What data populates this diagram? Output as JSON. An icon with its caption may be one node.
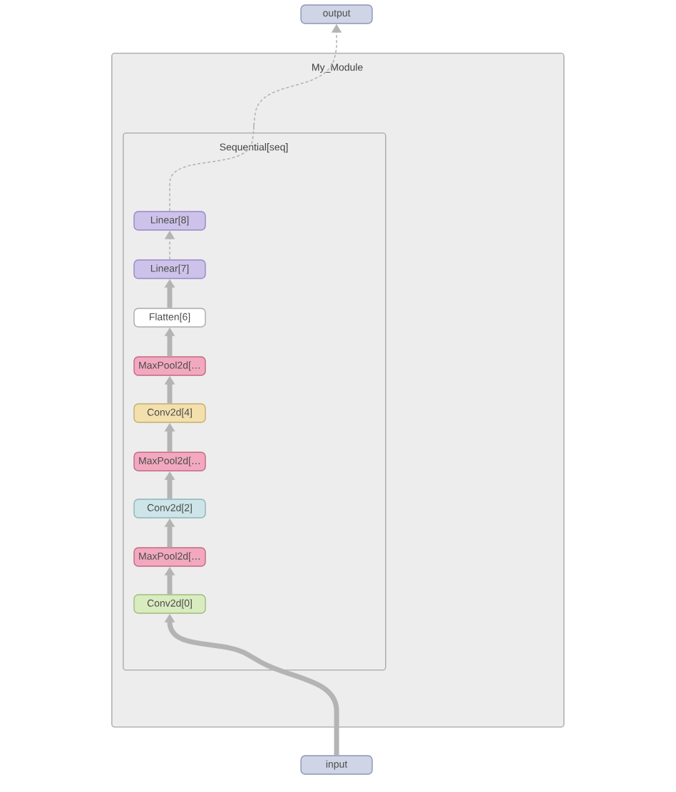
{
  "diagram": {
    "nodes": [
      {
        "text": [
          "output"
        ]
      },
      {
        "text": [
          "My_Module"
        ]
      },
      {
        "text": [
          "Sequential[seq]"
        ],
        "in": 1
      },
      {
        "text": [
          "Linear[8]"
        ],
        "in": 2
      },
      {
        "text": [
          "Linear[7]"
        ],
        "in": 2
      },
      {
        "text": [
          "Flatten[6]"
        ],
        "in": 2
      },
      {
        "text": [
          "MaxPool2d[…"
        ],
        "in": 2
      },
      {
        "text": [
          "Conv2d[4]"
        ],
        "in": 2
      },
      {
        "text": [
          "MaxPool2d[…"
        ],
        "in": 2
      },
      {
        "text": [
          "Conv2d[2]"
        ],
        "in": 2
      },
      {
        "text": [
          "MaxPool2d[…"
        ],
        "in": 2
      },
      {
        "text": [
          "Conv2d[0]"
        ],
        "in": 2
      },
      {
        "text": [
          "input"
        ]
      }
    ],
    "edges": [
      {
        "from": 12,
        "to": 11,
        "arrow": "to"
      },
      {
        "from": 11,
        "to": 10,
        "arrow": "to"
      },
      {
        "from": 10,
        "to": 9,
        "arrow": "to"
      },
      {
        "from": 9,
        "to": 8,
        "arrow": "to"
      },
      {
        "from": 8,
        "to": 7,
        "arrow": "to"
      },
      {
        "from": 7,
        "to": 6,
        "arrow": "to"
      },
      {
        "from": 6,
        "to": 5,
        "arrow": "to"
      },
      {
        "from": 5,
        "to": 4,
        "arrow": "to"
      },
      {
        "from": 4,
        "to": 3,
        "arrow": "to",
        "style": "dashed"
      },
      {
        "from": 3,
        "to": 0,
        "arrow": "to",
        "style": "dashed"
      }
    ]
  }
}
